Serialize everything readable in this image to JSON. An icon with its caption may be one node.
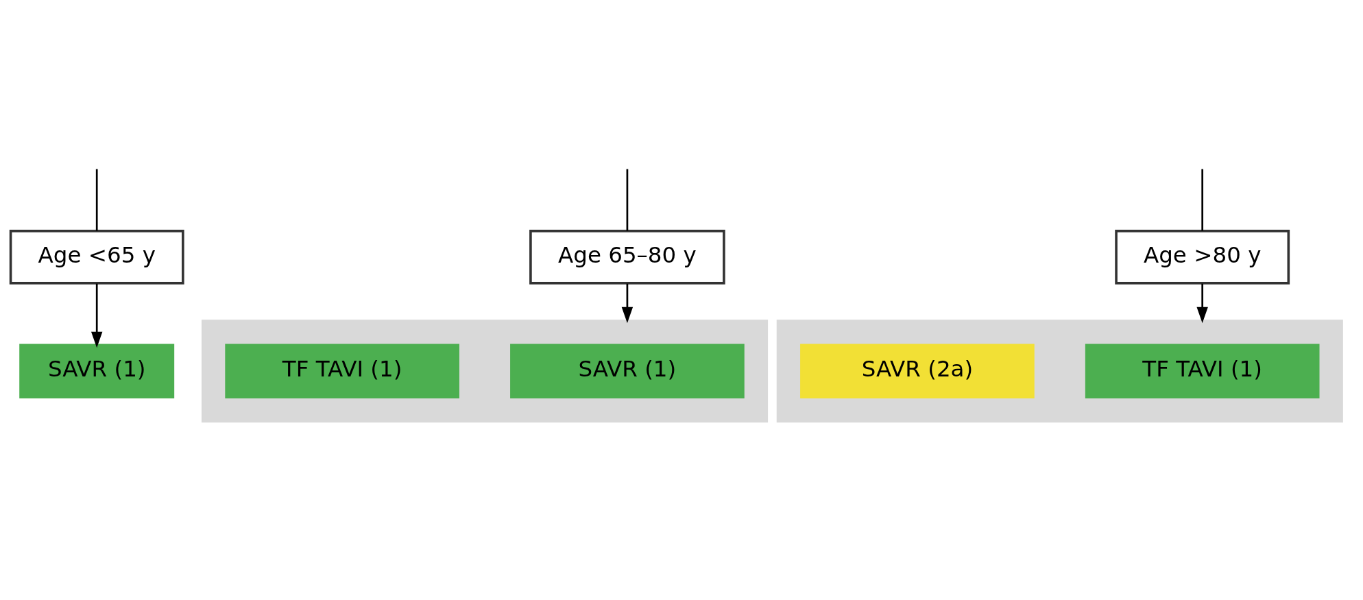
{
  "diagram": {
    "nodes": [
      {
        "text": [
          "Age <65 y"
        ]
      },
      {
        "text": [
          "SAVR (1)"
        ]
      },
      {
        "text": [
          "Age 65–80 y"
        ]
      },
      {
        "text": [],
        "shape": "box"
      },
      {
        "text": [
          "SAVR (1)"
        ],
        "in": 3
      },
      {
        "text": [
          "TF TAVI (1)"
        ],
        "in": 3
      },
      {
        "text": [
          "Age >80 y"
        ]
      },
      {
        "text": [],
        "shape": "box"
      },
      {
        "text": [
          "TF TAVI (1)"
        ],
        "in": 7
      },
      {
        "text": [
          "SAVR (2a)"
        ],
        "in": 7
      }
    ],
    "edges": [
      {
        "from": null,
        "to": 0,
        "arrow": "none"
      },
      {
        "from": 0,
        "to": 1,
        "arrow": "to"
      },
      {
        "from": null,
        "to": 2,
        "arrow": "none"
      },
      {
        "from": 2,
        "to": 3,
        "arrow": "to"
      },
      {
        "from": null,
        "to": 6,
        "arrow": "none"
      },
      {
        "from": 6,
        "to": 7,
        "arrow": "to"
      }
    ]
  }
}
